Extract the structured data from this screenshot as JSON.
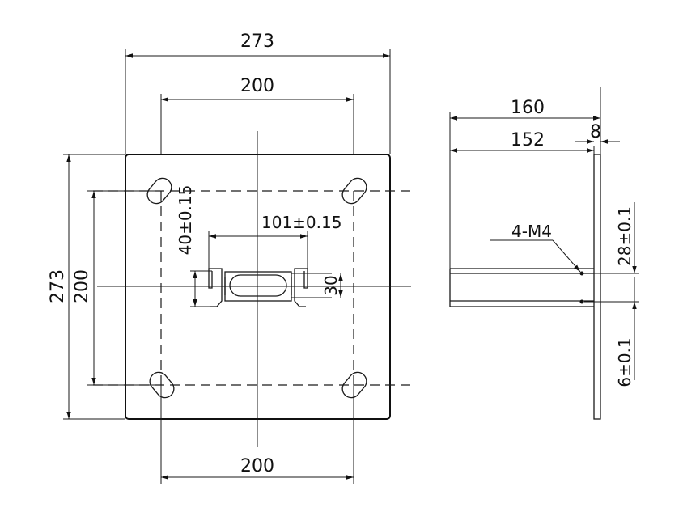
{
  "front_view": {
    "overall_width": "273",
    "overall_height": "273",
    "hole_spacing_top": "200",
    "hole_spacing_bottom": "200",
    "hole_spacing_vertical": "200",
    "slot_width": "101±0.15",
    "slot_height": "40±0.15",
    "slot_inner": "30"
  },
  "side_view": {
    "length_outer": "160",
    "length_inner": "152",
    "thickness": "8",
    "thread_callout": "4-M4",
    "hole_offset_top": "28±0.1",
    "hole_offset_bottom": "6±0.1"
  }
}
